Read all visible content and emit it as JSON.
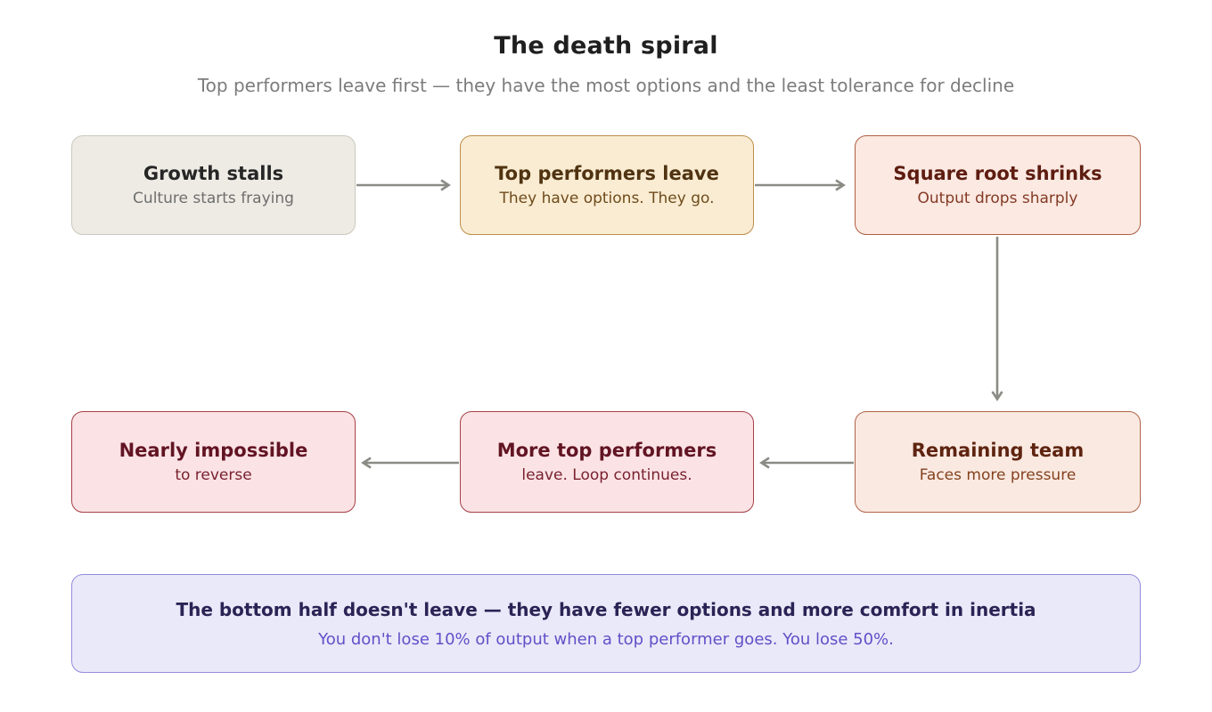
{
  "header": {
    "title": "The death spiral",
    "subtitle": "Top performers leave first — they have the most options and the least tolerance for decline"
  },
  "nodes": [
    {
      "id": "growth-stalls",
      "title": "Growth stalls",
      "subtitle": "Culture starts fraying",
      "bg": "#edebe4",
      "border": "#cbc8bf",
      "title_color": "#262626",
      "subtitle_color": "#6e6e6e"
    },
    {
      "id": "top-performers-leave",
      "title": "Top performers leave",
      "subtitle": "They have options. They go.",
      "bg": "#f9ecd2",
      "border": "#bd8e4a",
      "title_color": "#503311",
      "subtitle_color": "#6f4b1c"
    },
    {
      "id": "square-root-shrinks",
      "title": "Square root shrinks",
      "subtitle": "Output drops sharply",
      "bg": "#fbe9e2",
      "border": "#b05f44",
      "title_color": "#5e1c10",
      "subtitle_color": "#843a24"
    },
    {
      "id": "nearly-impossible",
      "title": "Nearly impossible",
      "subtitle": "to reverse",
      "bg": "#fbe3e5",
      "border": "#a63f47",
      "title_color": "#621423",
      "subtitle_color": "#79212f"
    },
    {
      "id": "more-top-performers",
      "title": "More top performers",
      "subtitle": "leave. Loop continues.",
      "bg": "#fbe3e5",
      "border": "#a63f47",
      "title_color": "#621423",
      "subtitle_color": "#79212f"
    },
    {
      "id": "remaining-team",
      "title": "Remaining team",
      "subtitle": "Faces more pressure",
      "bg": "#fae9e1",
      "border": "#b06448",
      "title_color": "#5e2410",
      "subtitle_color": "#84421f"
    }
  ],
  "note": {
    "title": "The bottom half doesn't leave — they have fewer options and more comfort in inertia",
    "subtitle": "You don't lose 10% of output when a top performer goes. You lose 50%.",
    "bg": "#eae9f9",
    "border": "#958cdb",
    "title_color": "#2b2355",
    "subtitle_color": "#5f51c8"
  },
  "connector_color": "#8b8b85"
}
